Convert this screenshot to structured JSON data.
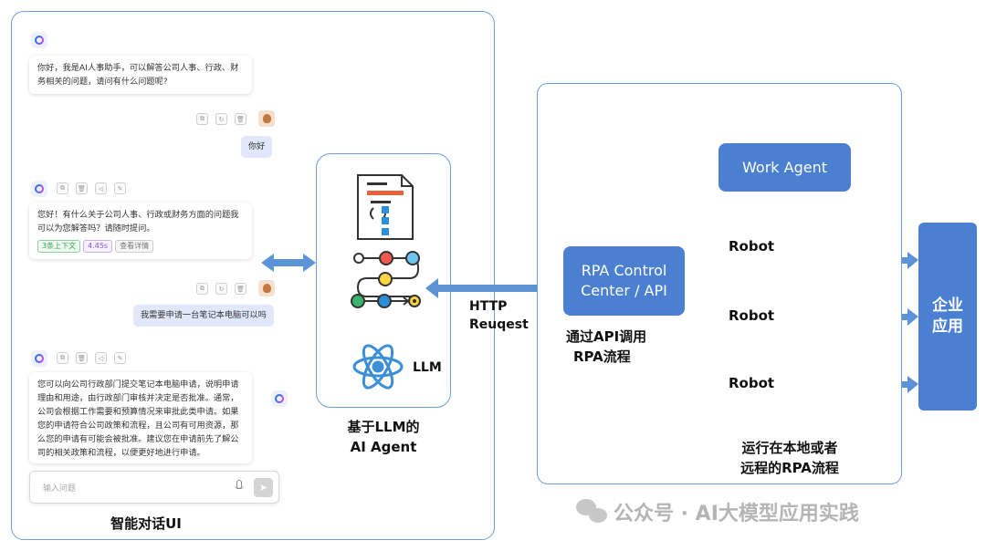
{
  "chat_ui": {
    "greeting": "你好，我是AI人事助手，可以解答公司人事、行政、财务相关的问题，请问有什么问题呢?",
    "user_msg_1": "你好",
    "reply_1": "您好！有什么关于公司人事、行政或财务方面的问题我可以为您解答吗？请随时提问。",
    "reply_1_tags": [
      "3条上下文",
      "4.45s",
      "查看详情"
    ],
    "user_msg_2": "我需要申请一台笔记本电脑可以吗",
    "reply_2": "您可以向公司行政部门提交笔记本电脑申请，说明申请理由和用途，由行政部门审核并决定是否批准。通常，公司会根据工作需要和预算情况来审批此类申请。如果您的申请符合公司政策和流程，且公司有可用资源，那么您的申请有可能会被批准。建议您在申请前先了解公司的相关政策和流程，以便更好地进行申请。",
    "input_placeholder": "输入问题",
    "caption": "智能对话UI"
  },
  "agent": {
    "llm_label": "LLM",
    "caption_line1": "基于LLM的",
    "caption_line2": "AI Agent"
  },
  "http": {
    "line1": "HTTP",
    "line2": "Reuqest"
  },
  "rpa": {
    "control_center_line1": "RPA Control",
    "control_center_line2": "Center / API",
    "caption_line1": "通过API调用",
    "caption_line2": "RPA流程",
    "work_agent": "Work Agent",
    "robots": [
      "Robot",
      "Robot",
      "Robot"
    ],
    "local_caption_line1": "运行在本地或者",
    "local_caption_line2": "远程的RPA流程"
  },
  "enterprise": {
    "line1": "企业",
    "line2": "应用"
  },
  "watermark": "公众号 · AI大模型应用实践",
  "colors": {
    "panel_border": "#6a9fd8",
    "box_blue": "#4a7fd2",
    "arrow_blue": "#5b93d6"
  }
}
